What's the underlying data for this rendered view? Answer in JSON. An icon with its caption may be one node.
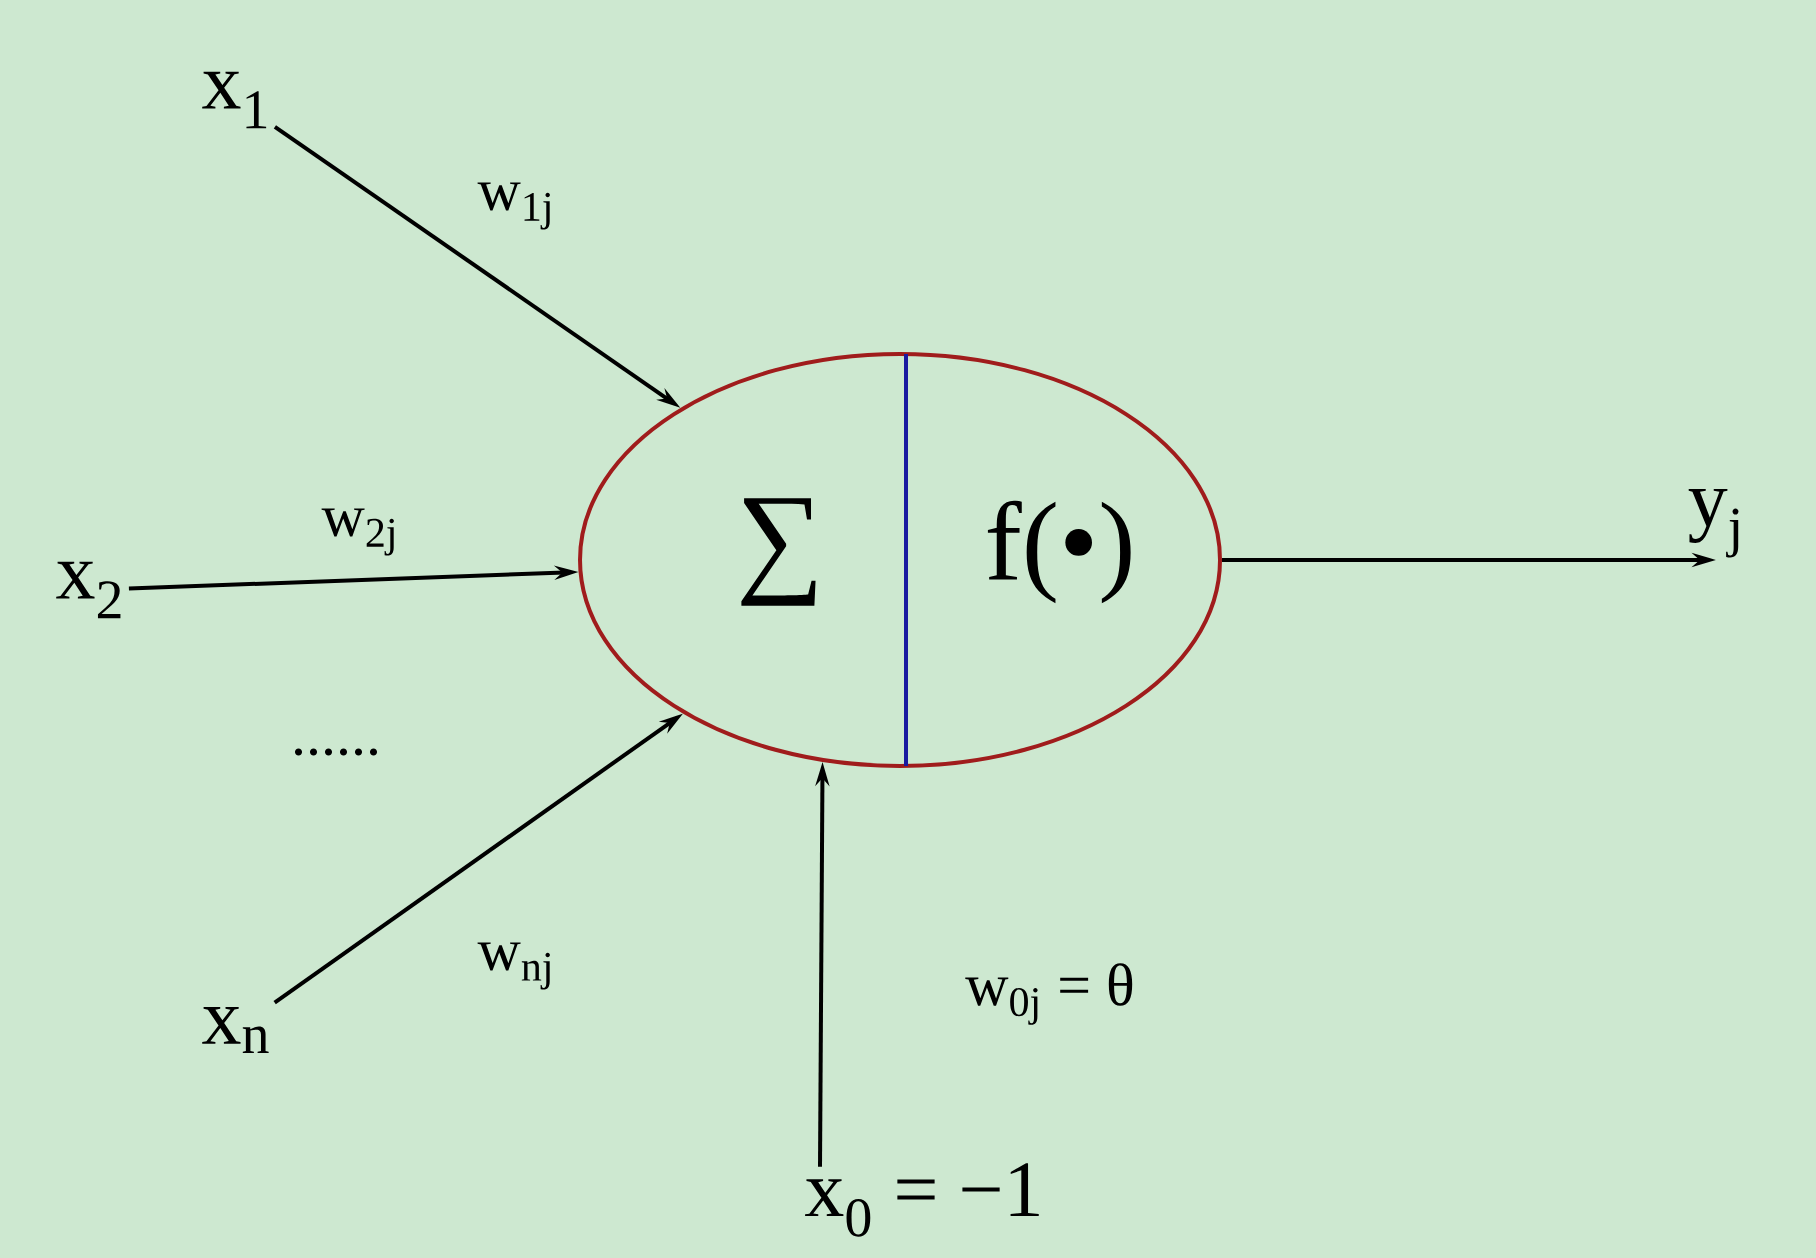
{
  "diagram": {
    "nodes": [
      {
        "text": [
          "x$_{1}$"
        ]
      },
      {
        "text": [
          "x$_{2}$"
        ]
      },
      {
        "text": [
          "x$_{n}$"
        ]
      },
      {
        "text": [
          "x$_{0}$ = −1"
        ]
      },
      {
        "text": [
          "∑",
          "f(•)"
        ]
      },
      {
        "text": [
          "y$_{j}$"
        ]
      }
    ],
    "edges": [
      {
        "from": 0,
        "to": 4,
        "arrow": "to",
        "label": "w$_{1j}$"
      },
      {
        "from": 1,
        "to": 4,
        "arrow": "to",
        "label": "w$_{2j}$"
      },
      {
        "from": 2,
        "to": 4,
        "arrow": "to",
        "label": "w$_{nj}$"
      },
      {
        "from": 3,
        "to": 4,
        "arrow": "to",
        "label": "w$_{0j}$ = θ"
      },
      {
        "from": 4,
        "to": 5,
        "arrow": "to"
      }
    ],
    "labels": [
      "......"
    ]
  }
}
